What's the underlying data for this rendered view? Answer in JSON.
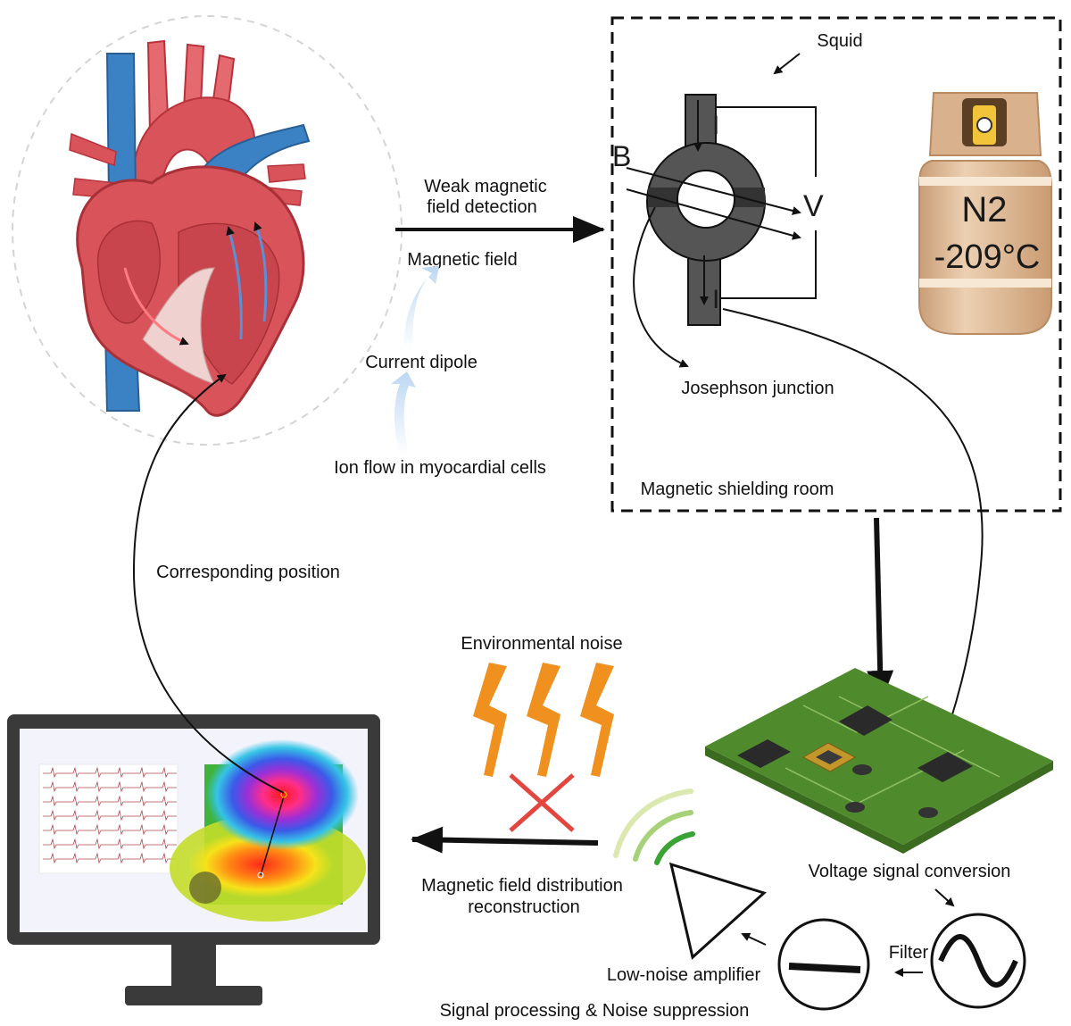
{
  "labels": {
    "squid": "Squid",
    "weak_line1": "Weak magnetic",
    "weak_line2": "field detection",
    "magnetic_field": "Magnetic field",
    "current_dipole": "Current dipole",
    "ion_flow": "Ion flow in myocardial cells",
    "josephson": "Josephson junction",
    "shielding_room": "Magnetic shielding room",
    "corresponding_position": "Corresponding position",
    "environmental_noise": "Environmental noise",
    "mfd_line1": "Magnetic field distribution",
    "mfd_line2": "reconstruction",
    "voltage_conversion": "Voltage signal conversion",
    "filter": "Filter",
    "low_noise_amp": "Low-noise amplifier",
    "signal_processing": "Signal processing & Noise suppression"
  },
  "squid_symbols": {
    "b": "B",
    "i_top": "I",
    "i_bottom": "I",
    "v": "V"
  },
  "tank": {
    "gas": "N2",
    "temperature": "-209°C"
  },
  "colors": {
    "heart_red": "#d9545a",
    "heart_dark": "#b8323b",
    "vessel_blue": "#3b82c4",
    "pcb_green": "#4f8a2c",
    "noise_orange": "#f0901e",
    "cross_red": "#e2463e",
    "wave_green": "#3aa335",
    "tank_tan": "#dfbb98",
    "squid_gray": "#555555"
  }
}
